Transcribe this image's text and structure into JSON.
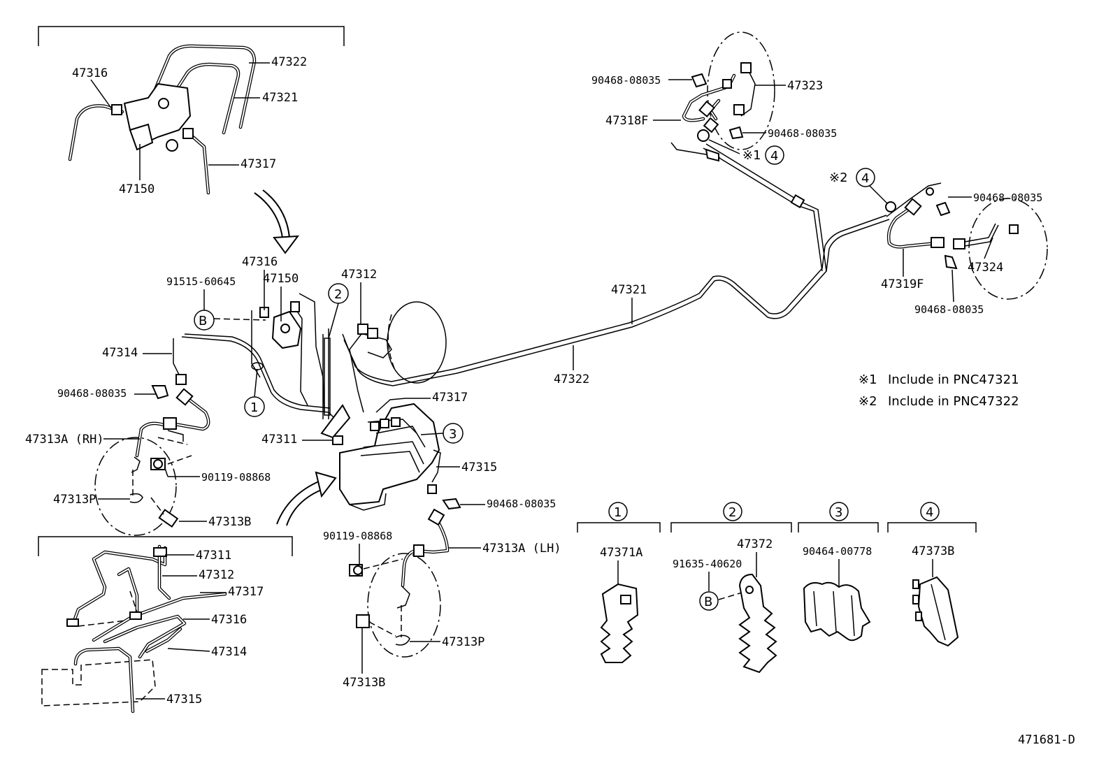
{
  "diagram_code": "471681-D",
  "notes": {
    "note1_mark": "※1",
    "note1_text": "Include in PNC47321",
    "note2_mark": "※2",
    "note2_text": "Include in PNC47322"
  },
  "markers": {
    "c1": "1",
    "c2": "2",
    "c3": "3",
    "c4": "4",
    "b": "B",
    "ref1_mark": "※1",
    "ref2_mark": "※2"
  },
  "inset_top": {
    "p47316": "47316",
    "p47322": "47322",
    "p47321": "47321",
    "p47317": "47317",
    "p47150": "47150"
  },
  "main": {
    "p47316": "47316",
    "p91515": "91515-60645",
    "p47150": "47150",
    "p47312": "47312",
    "p47314": "47314",
    "p90468_a": "90468-08035",
    "p47313a_rh": "47313A (RH)",
    "p90119_a": "90119-08868",
    "p47313p_a": "47313P",
    "p47313b_a": "47313B",
    "p47311": "47311",
    "p47317": "47317",
    "p47315": "47315",
    "p90468_b": "90468-08035",
    "p90119_b": "90119-08868",
    "p47313a_lh": "47313A (LH)",
    "p47313p_b": "47313P",
    "p47313b_b": "47313B",
    "p47321": "47321",
    "p47322": "47322"
  },
  "rear_left": {
    "p90468_c": "90468-08035",
    "p47323": "47323",
    "p47318f": "47318F",
    "p90468_d": "90468-08035"
  },
  "rear_right": {
    "p90468_e": "90468-08035",
    "p47319f": "47319F",
    "p47324": "47324",
    "p90468_f": "90468-08035"
  },
  "inset_bottom": {
    "p47311": "47311",
    "p47312": "47312",
    "p47317": "47317",
    "p47316": "47316",
    "p47314": "47314",
    "p47315": "47315"
  },
  "clamps": {
    "c1_part": "47371A",
    "c2_part_a": "47372",
    "c2_part_b": "91635-40620",
    "c3_part": "90464-00778",
    "c4_part": "47373B"
  }
}
